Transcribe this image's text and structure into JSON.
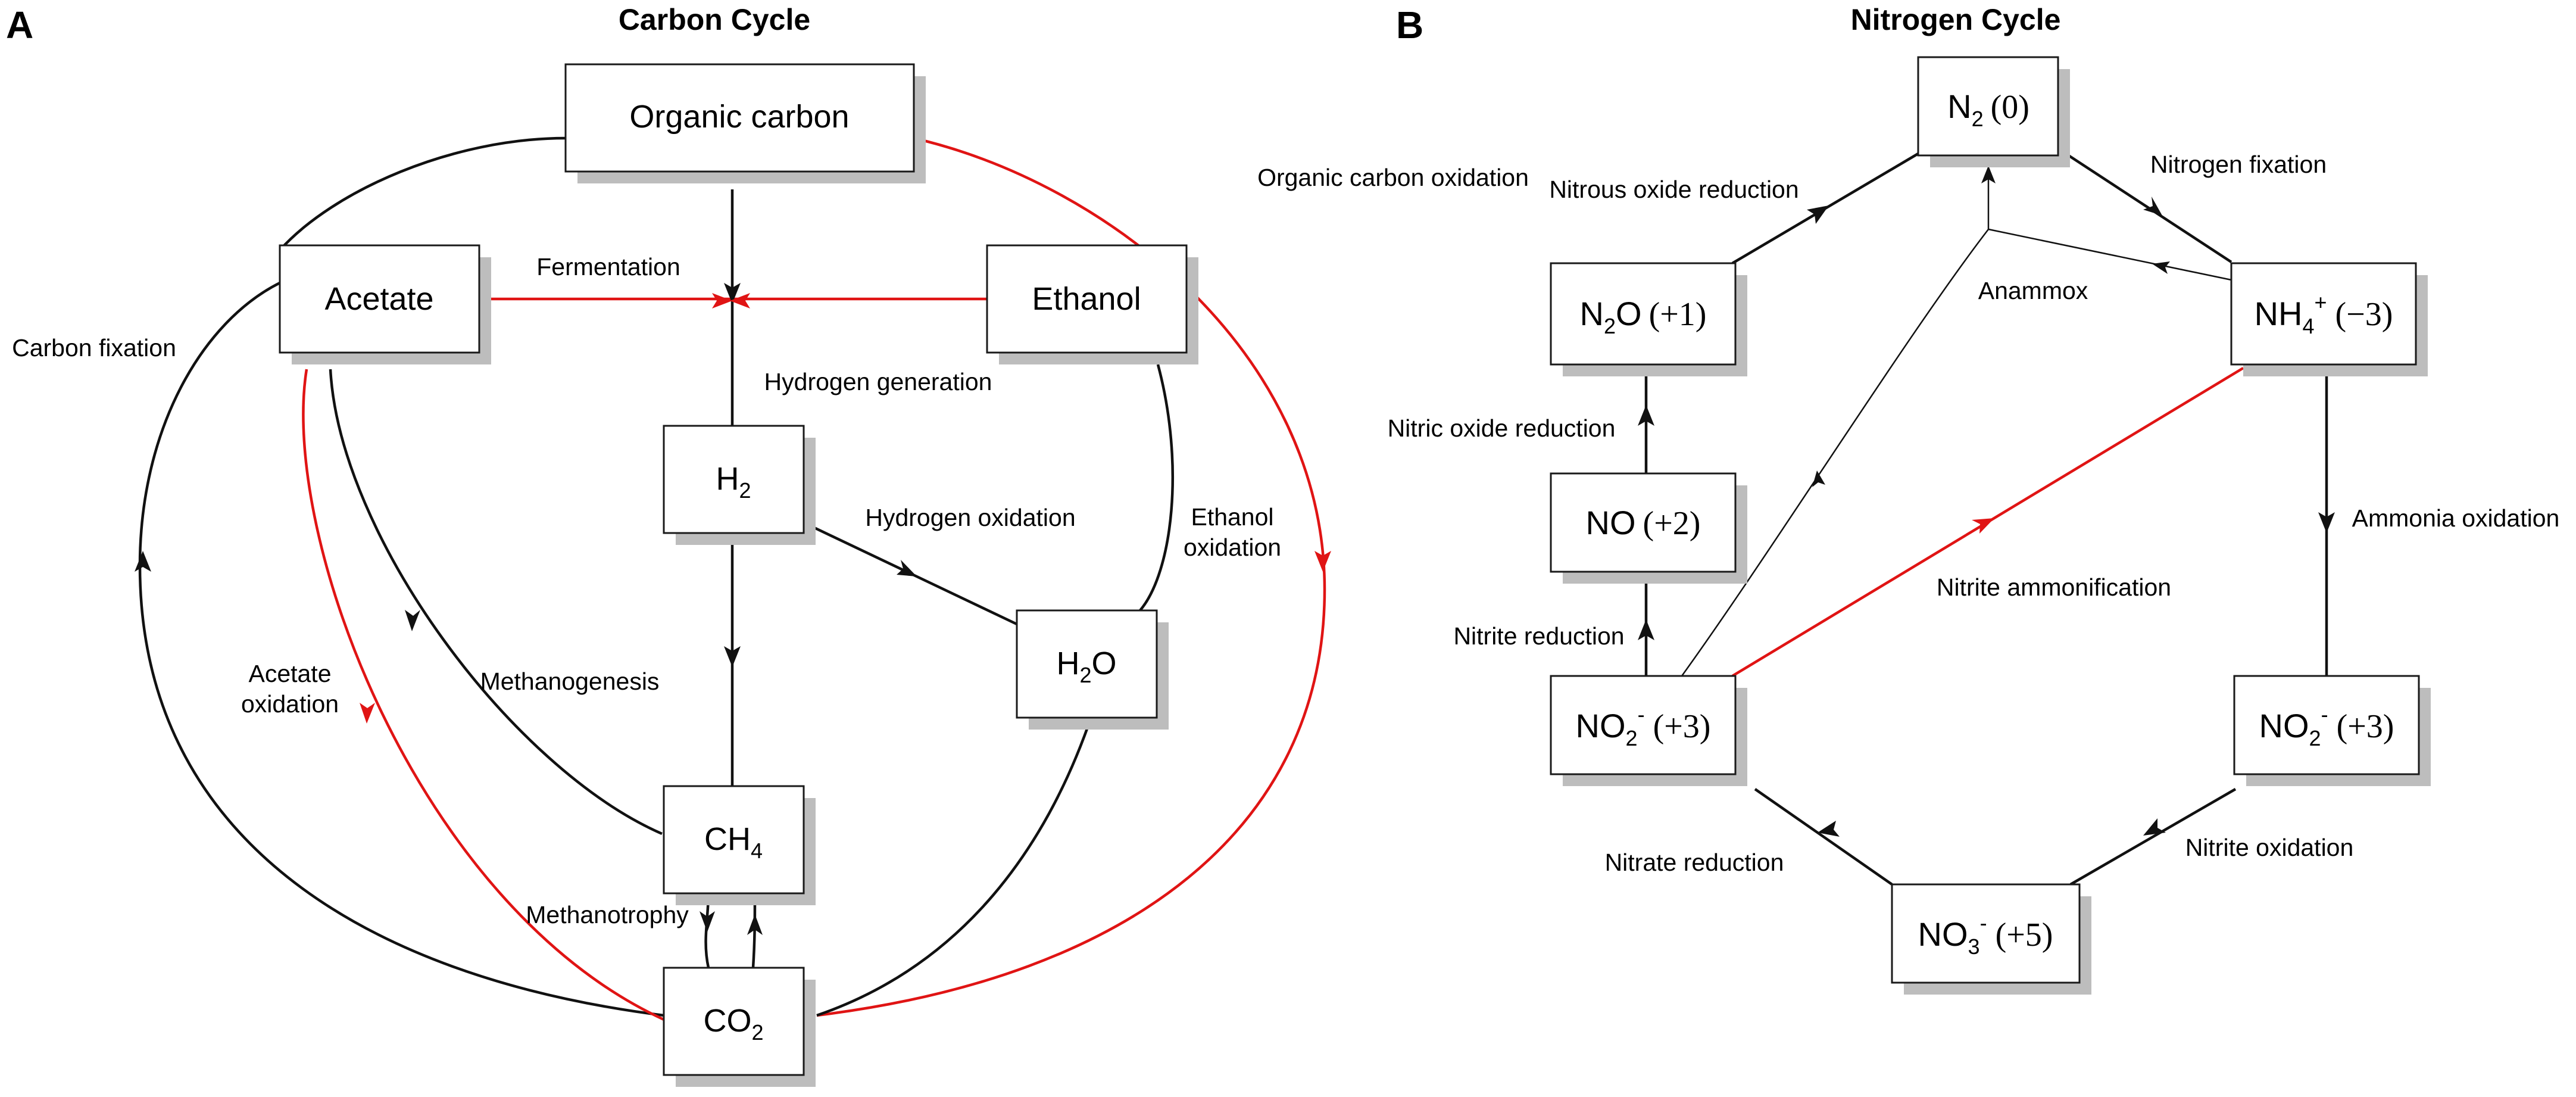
{
  "panels": {
    "a": {
      "letter": "A",
      "title": "Carbon Cycle",
      "nodes": {
        "organic_carbon": "Organic carbon",
        "acetate": "Acetate",
        "ethanol": "Ethanol",
        "h2": {
          "main": "H",
          "sub": "2"
        },
        "h2o": {
          "main": "H",
          "sub": "2",
          "tail": "O"
        },
        "ch4": {
          "main": "CH",
          "sub": "4"
        },
        "co2": {
          "main": "CO",
          "sub": "2"
        }
      },
      "labels": {
        "organic_carbon_oxidation": "Organic carbon oxidation",
        "fermentation": "Fermentation",
        "carbon_fixation": "Carbon fixation",
        "hydrogen_generation": "Hydrogen generation",
        "hydrogen_oxidation": "Hydrogen oxidation",
        "ethanol_oxidation_1": "Ethanol",
        "ethanol_oxidation_2": "oxidation",
        "acetate_oxidation_1": "Acetate",
        "acetate_oxidation_2": "oxidation",
        "methanogenesis": "Methanogenesis",
        "methanotrophy": "Methanotrophy"
      }
    },
    "b": {
      "letter": "B",
      "title": "Nitrogen Cycle",
      "nodes": {
        "n2": {
          "main": "N",
          "sub": "2",
          "ox": "(0)"
        },
        "n2o": {
          "main": "N",
          "sub": "2",
          "tail": "O",
          "ox": "(+1)"
        },
        "no": {
          "main": "NO",
          "ox": "(+2)"
        },
        "no2_left": {
          "main": "NO",
          "sub": "2",
          "sup": "-",
          "ox": "(+3)"
        },
        "nh4": {
          "main": "NH",
          "sub": "4",
          "sup": "+",
          "ox": "(−3)"
        },
        "no2_right": {
          "main": "NO",
          "sub": "2",
          "sup": "-",
          "ox": "(+3)"
        },
        "no3": {
          "main": "NO",
          "sub": "3",
          "sup": "-",
          "ox": "(+5)"
        }
      },
      "labels": {
        "nitrous_oxide_reduction": "Nitrous oxide reduction",
        "nitrogen_fixation": "Nitrogen fixation",
        "anammox": "Anammox",
        "nitric_oxide_reduction": "Nitric oxide reduction",
        "ammonia_oxidation": "Ammonia oxidation",
        "nitrite_ammonification": "Nitrite ammonification",
        "nitrite_reduction": "Nitrite reduction",
        "nitrate_reduction": "Nitrate reduction",
        "nitrite_oxidation": "Nitrite oxidation"
      }
    }
  },
  "colors": {
    "black_path": "#111111",
    "red_path": "#e01414",
    "box_shadow": "#bdbdbd"
  }
}
